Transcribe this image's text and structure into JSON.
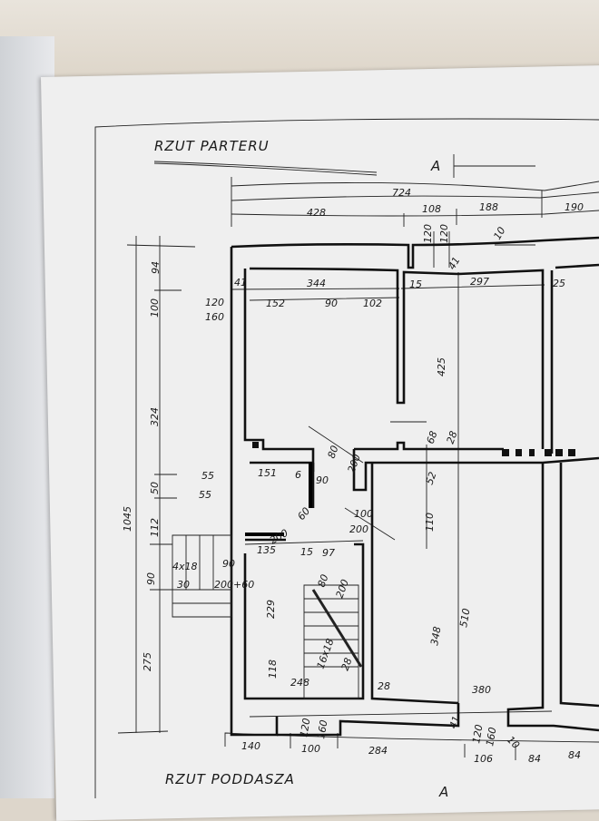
{
  "drawing": {
    "title_ground": "RZUT PARTERU",
    "title_attic": "RZUT PODDASZA",
    "section_mark": "A",
    "section_mark_bottom": "A",
    "dims": {
      "top_total": "724",
      "top_a": "428",
      "top_b": "108",
      "top_c": "188",
      "top_d": "190",
      "win1": "120",
      "win2": "120",
      "t10": "10",
      "t41": "41",
      "r41": "41",
      "r344": "344",
      "r15": "15",
      "r297": "297",
      "r25": "25",
      "win_l_top": "120",
      "win_l_bot": "160",
      "r152": "152",
      "r90": "90",
      "r102": "102",
      "v94": "94",
      "v100": "100",
      "v324": "324",
      "v1045": "1045",
      "v50": "50",
      "v112": "112",
      "v90": "90",
      "v275": "275",
      "v425": "425",
      "v68": "68",
      "v28": "28",
      "w55a": "55",
      "w55b": "55",
      "r151": "151",
      "r6": "6",
      "d80": "80",
      "d90": "90",
      "d200": "200",
      "v52": "52",
      "d60": "60",
      "d200b": "200",
      "d100": "100",
      "d200c": "200",
      "v110": "110",
      "st4x18": "4x18",
      "st30": "30",
      "d90b": "90",
      "d200p60": "200+60",
      "r135": "135",
      "r15b": "15",
      "r97": "97",
      "d80b": "80",
      "d200d": "200",
      "v229": "229",
      "v348": "348",
      "v510": "510",
      "v118": "118",
      "r248": "248",
      "st16x18": "16x18",
      "st28": "28",
      "r28": "28",
      "r380": "380",
      "b41": "41",
      "bw120": "120",
      "bw160": "160",
      "bw120b": "120",
      "bw160b": "160",
      "b10": "10",
      "b140": "140",
      "b100": "100",
      "b284": "284",
      "b106": "106",
      "b84a": "84",
      "b84b": "84"
    }
  }
}
